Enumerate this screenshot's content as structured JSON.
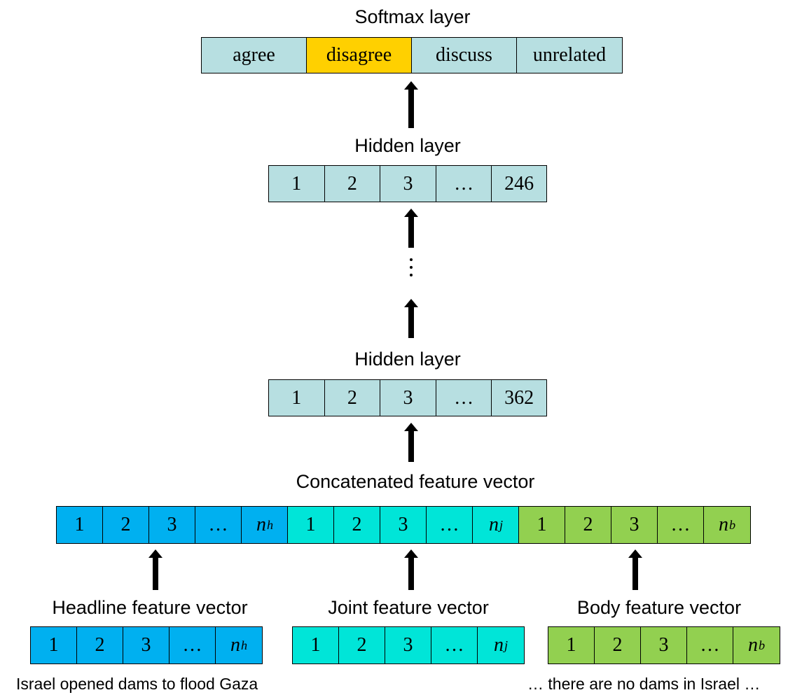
{
  "softmax": {
    "title": "Softmax layer",
    "cells": [
      "agree",
      "disagree",
      "discuss",
      "unrelated"
    ]
  },
  "hidden_top": {
    "title": "Hidden layer",
    "cells": [
      "1",
      "2",
      "3",
      "…",
      "246"
    ]
  },
  "hidden_bottom": {
    "title": "Hidden layer",
    "cells": [
      "1",
      "2",
      "3",
      "…",
      "362"
    ]
  },
  "concat": {
    "title": "Concatenated feature vector",
    "headline_cells": [
      "1",
      "2",
      "3",
      "…",
      "n",
      "h"
    ],
    "joint_cells": [
      "1",
      "2",
      "3",
      "…",
      "n",
      "j"
    ],
    "body_cells": [
      "1",
      "2",
      "3",
      "…",
      "n",
      "b"
    ]
  },
  "headline": {
    "title": "Headline feature vector",
    "cells": [
      "1",
      "2",
      "3",
      "…",
      "n",
      "h"
    ],
    "text": "Israel opened dams to flood Gaza"
  },
  "joint": {
    "title": "Joint feature vector",
    "cells": [
      "1",
      "2",
      "3",
      "…",
      "n",
      "j"
    ]
  },
  "body": {
    "title": "Body feature vector",
    "cells": [
      "1",
      "2",
      "3",
      "…",
      "n",
      "b"
    ],
    "text": "… there are no dams in Israel …"
  },
  "colors": {
    "layer": "#b7dfe1",
    "highlight": "#ffd000",
    "headline": "#00b0f0",
    "joint": "#00e5d8",
    "body": "#92d050"
  }
}
